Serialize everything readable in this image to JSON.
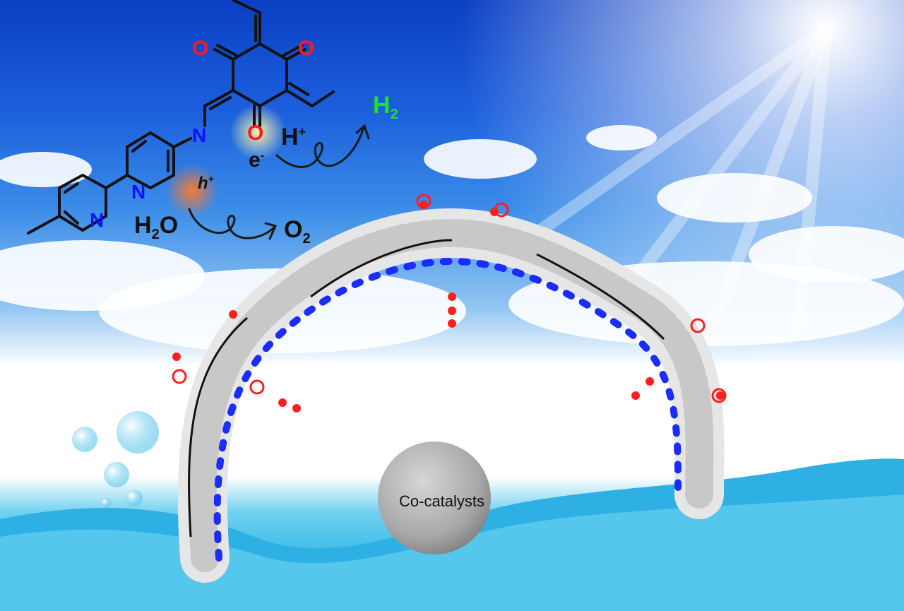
{
  "figure": {
    "type": "graphical-abstract",
    "subject": "photocatalytic overall water splitting on bipyridine-based covalent organic framework"
  },
  "molecule": {
    "atoms": {
      "oxygen_labels": [
        "O",
        "O",
        "O"
      ],
      "nitrogen_labels": [
        "N",
        "N",
        "N"
      ]
    },
    "colors": {
      "oxygen": "#ff1a1a",
      "nitrogen": "#1010ff",
      "bond": "#111111"
    }
  },
  "reactions": {
    "hole": {
      "symbol": "h",
      "sup": "+"
    },
    "electron": {
      "symbol": "e",
      "sup": "-"
    },
    "proton": {
      "symbol": "H",
      "sup": "+"
    },
    "water": {
      "main": "H",
      "sub": "2",
      "rest": "O"
    },
    "oxygen_product": {
      "main": "O",
      "sub": "2"
    },
    "hydrogen_product": {
      "main": "H",
      "sub": "2",
      "color": "#22e022"
    }
  },
  "cocatalyst": {
    "label": "Co-catalysts",
    "color": "#a8a8a8"
  },
  "colors": {
    "sky_top": "#0b3fc4",
    "sky_mid": "#3a8ce8",
    "water": "#34b6e6",
    "hole_glow": "#ff8a3a",
    "electron_glow": "#fff3a0"
  }
}
